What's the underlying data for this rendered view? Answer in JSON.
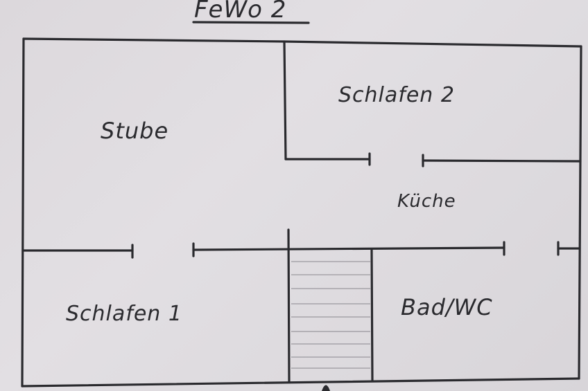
{
  "title": "FeWo 2",
  "rooms": {
    "stube": "Stube",
    "schlafen_2": "Schlafen 2",
    "kueche": "Küche",
    "schlafen_1": "Schlafen 1",
    "bad_wc": "Bad/WC"
  },
  "colors": {
    "paper": "#dedbdf",
    "ink": "#2a2a2e",
    "stair_lines": "#9a989e"
  }
}
